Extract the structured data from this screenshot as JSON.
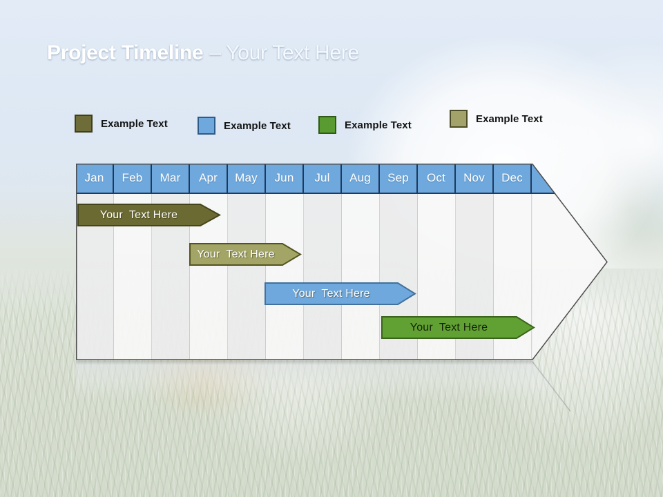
{
  "slide": {
    "title_bold": "Project Timeline",
    "title_rest": "– Your Text Here"
  },
  "legend": {
    "items": [
      {
        "label": "Example Text",
        "color": "#6e6c38",
        "border": "#3f3f1d"
      },
      {
        "label": "Example Text",
        "color": "#6fa8dc",
        "border": "#2e5a87"
      },
      {
        "label": "Example Text",
        "color": "#599a31",
        "border": "#2e5c18"
      },
      {
        "label": "Example Text",
        "color": "#a3a26a",
        "border": "#4c4c26"
      }
    ]
  },
  "timeline": {
    "months": [
      "Jan",
      "Feb",
      "Mar",
      "Apr",
      "May",
      "Jun",
      "Jul",
      "Aug",
      "Sep",
      "Oct",
      "Nov",
      "Dec"
    ],
    "header_color": "#6fa8dc",
    "bars": [
      {
        "label": "Your  Text Here",
        "fill": "#6b6a33",
        "stroke": "#45451c",
        "text_color": "#ffffff"
      },
      {
        "label": "Your  Text Here",
        "fill": "#a3a566",
        "stroke": "#54541f",
        "text_color": "#ffffff"
      },
      {
        "label": "Your  Text Here",
        "fill": "#6fa8dc",
        "stroke": "#41719c",
        "text_color": "#ffffff"
      },
      {
        "label": "Your  Text Here",
        "fill": "#61a032",
        "stroke": "#3a641c",
        "text_color": "#13240a"
      }
    ]
  }
}
